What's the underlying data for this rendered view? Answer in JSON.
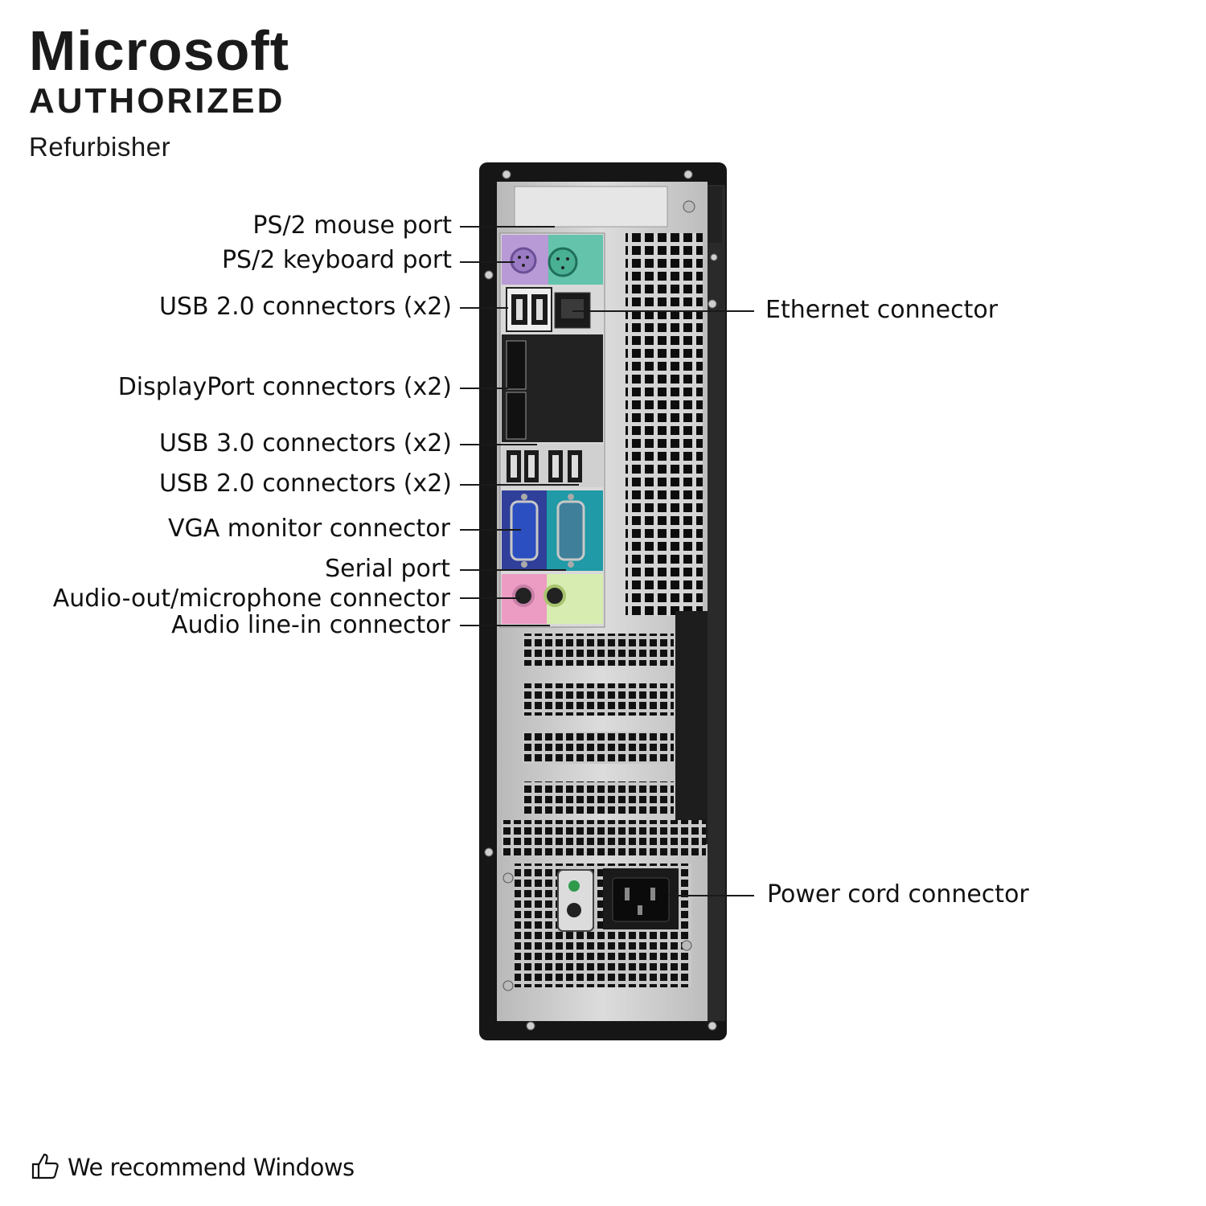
{
  "badge": {
    "line1": "Microsoft",
    "line2": "AUTHORIZED",
    "line3": "Refurbisher"
  },
  "labels": {
    "ps2_mouse": "PS/2 mouse port",
    "ps2_keyboard": "PS/2 keyboard port",
    "usb20_top": "USB 2.0 connectors (x2)",
    "displayport": "DisplayPort connectors (x2)",
    "usb30": "USB 3.0 connectors (x2)",
    "usb20_bottom": "USB 2.0 connectors (x2)",
    "vga": "VGA monitor connector",
    "serial": "Serial port",
    "audio_out": "Audio-out/microphone connector",
    "audio_in": "Audio line-in connector",
    "ethernet": "Ethernet connector",
    "power": "Power cord connector"
  },
  "footer": {
    "icon": "thumbs-up-icon",
    "text": "We recommend Windows"
  },
  "colors": {
    "ps2_mouse": "#4fb39a",
    "ps2_keyboard": "#a98ac9",
    "vga_panel": "#2f3f9a",
    "serial_panel": "#1f9aa6",
    "audio_pink": "#e98fb8",
    "audio_green": "#cfe8a4",
    "chassis": "#1b1b1b",
    "metal": "#c9c9c9"
  }
}
